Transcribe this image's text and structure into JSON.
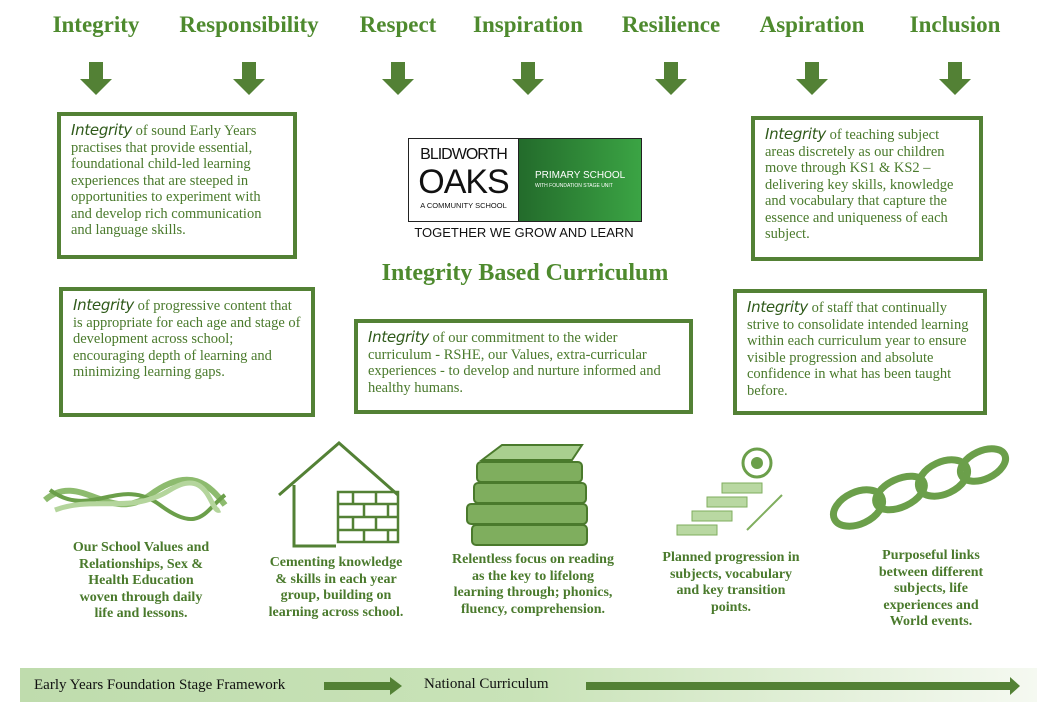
{
  "values": [
    "Integrity",
    "Responsibility",
    "Respect",
    "Inspiration",
    "Resilience",
    "Aspiration",
    "Inclusion"
  ],
  "logo": {
    "line1": "BLIDWORTH",
    "line2": "OAKS",
    "line3": "A COMMUNITY SCHOOL",
    "right1": "PRIMARY SCHOOL",
    "right2": "WITH FOUNDATION STAGE UNIT",
    "tagline": "TOGETHER WE GROW AND LEARN"
  },
  "title": "Integrity Based Curriculum",
  "boxes": [
    {
      "keyword": "Integrity",
      "text": " of sound Early Years practises that provide essential, foundational child-led learning experiences that are steeped in opportunities to experiment with and develop rich communication and language skills."
    },
    {
      "keyword": "Integrity",
      "text": " of progressive content that is appropriate for each age and stage of development across school; encouraging depth of learning and minimizing learning gaps."
    },
    {
      "keyword": "Integrity",
      "text": " of our commitment to the wider curriculum - RSHE, our Values, extra-curricular experiences - to develop and nurture informed and healthy humans."
    },
    {
      "keyword": "Integrity",
      "text": " of teaching subject areas discretely as our children move through KS1 & KS2 – delivering key skills, knowledge and vocabulary that capture the essence and uniqueness of each subject."
    },
    {
      "keyword": "Integrity",
      "text": " of staff that continually strive to consolidate intended learning within each curriculum year to ensure visible progression and absolute confidence in what has been taught before."
    }
  ],
  "captions": [
    "Our School Values and Relationships, Sex & Health Education woven through daily life and lessons.",
    "Cementing knowledge & skills in each year group, building on learning across school.",
    "Relentless focus on reading as the key to lifelong learning through; phonics, fluency, comprehension.",
    "Planned progression in subjects, vocabulary and key transition points.",
    "Purposeful links between different subjects, life experiences and World events."
  ],
  "footer": {
    "stage1": "Early Years Foundation Stage Framework",
    "stage2": "National Curriculum"
  },
  "colors": {
    "green": "#538135",
    "title": "#4e8a2e"
  }
}
